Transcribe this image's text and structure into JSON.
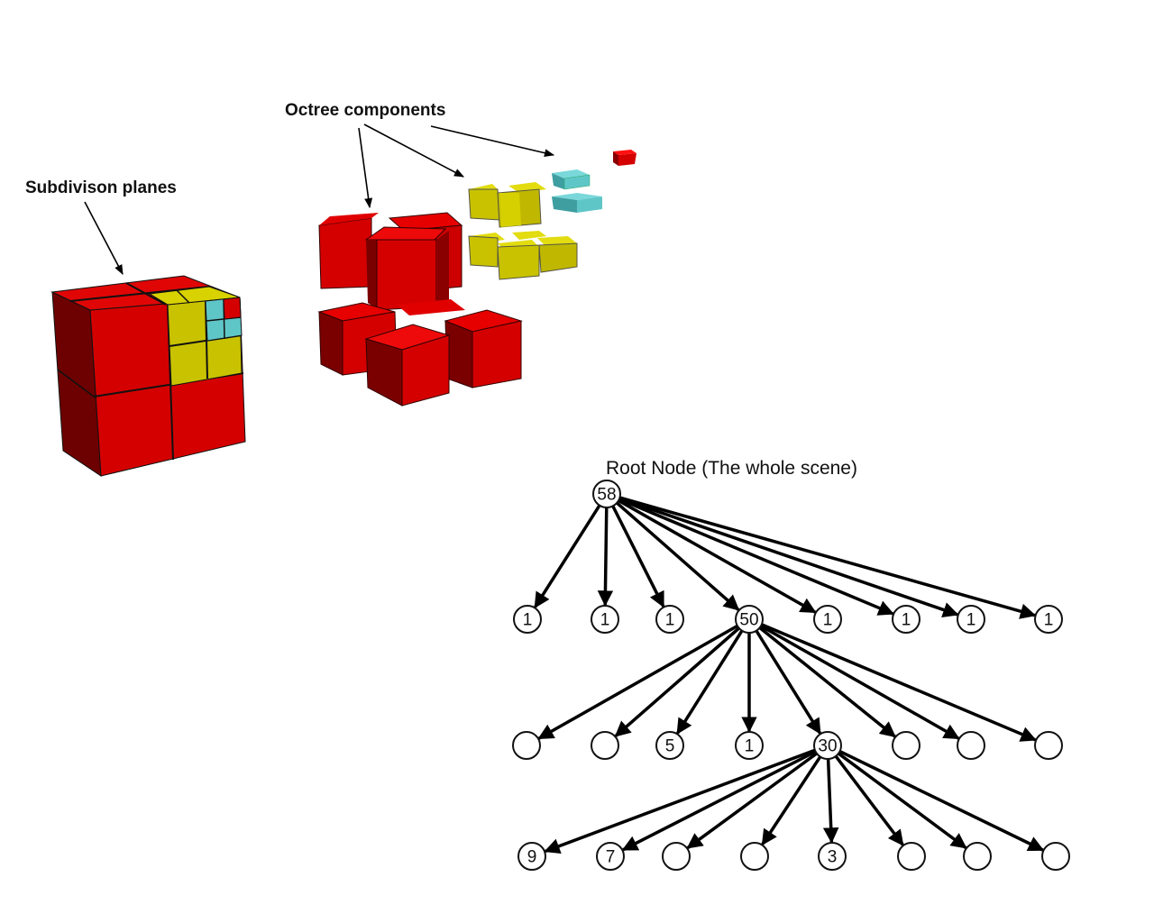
{
  "labels": {
    "subdivision": "Subdivison planes",
    "octree_components": "Octree components",
    "root": "Root Node (The whole scene)"
  },
  "colors": {
    "red": "#d40000",
    "dark_red": "#7a0000",
    "yellow": "#cfc800",
    "cyan": "#5fc6c8"
  },
  "tree": {
    "root": "58",
    "level1": [
      "1",
      "1",
      "1",
      "50",
      "1",
      "1",
      "1",
      "1"
    ],
    "level2": [
      "",
      "",
      "5",
      "1",
      "30",
      "",
      "",
      ""
    ],
    "level3": [
      "9",
      "7",
      "",
      "",
      "3",
      "",
      "",
      ""
    ]
  }
}
